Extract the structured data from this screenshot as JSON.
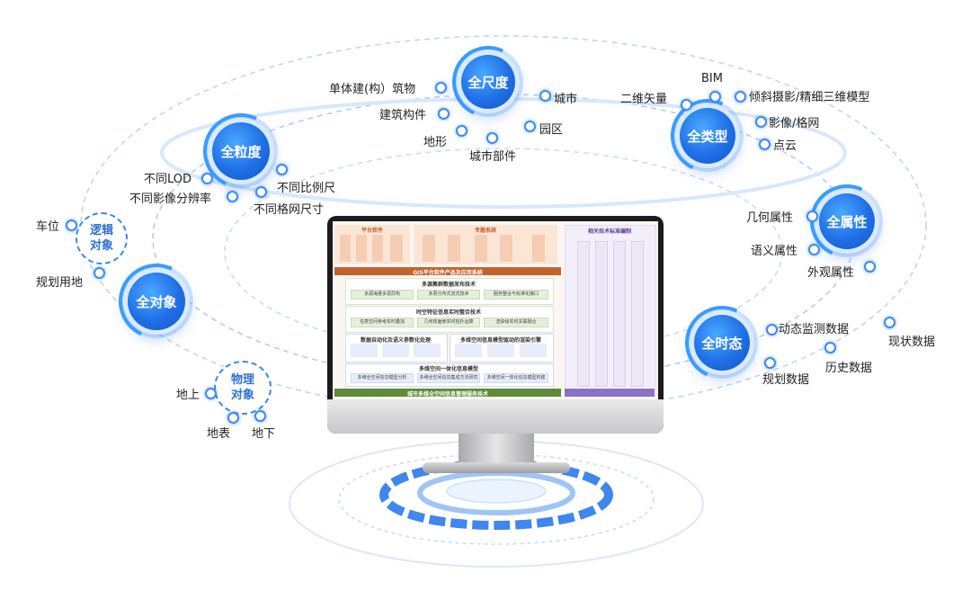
{
  "hubs": {
    "scale": "全尺度",
    "granularity": "全粒度",
    "type": "全类型",
    "attribute": "全属性",
    "object": "全对象",
    "time": "全时态",
    "logic_object": [
      "逻辑",
      "对象"
    ],
    "physical_object": [
      "物理",
      "对象"
    ]
  },
  "labels": {
    "scale": [
      "单体建(构）筑物",
      "建筑构件",
      "地形",
      "城市部件",
      "园区",
      "城市"
    ],
    "granularity": [
      "不同LOD",
      "不同影像分辨率",
      "不同比例尺",
      "不同格网尺寸"
    ],
    "type": [
      "二维矢量",
      "BIM",
      "倾斜摄影/精细三维模型",
      "影像/格网",
      "点云"
    ],
    "attribute": [
      "几何属性",
      "语义属性",
      "外观属性"
    ],
    "logic_object": [
      "车位",
      "规划用地"
    ],
    "physical_object": [
      "地上",
      "地表",
      "地下"
    ],
    "time": [
      "动态监测数据",
      "现状数据",
      "历史数据",
      "规划数据"
    ]
  },
  "screen": {
    "platform_software": "平台软件",
    "special_system": "专题系统",
    "related_standards": "相关技术标准编制",
    "gis_bar": "GIS平台软件产品及应用系统",
    "sec1_title": "多源集群数据发布技术",
    "sec1_tags": [
      "多源海量多源异构",
      "多层分布式流式技术",
      "服务整合与标准化接口"
    ],
    "sec2_title": "时空特征信息实时整合技术",
    "sec2_tags": [
      "任意空间参考实时叠加",
      "几何体面索实时拓扑运算",
      "渲染级实时关联融合"
    ],
    "sec3a_title": "数据自动化及语义参数化处理",
    "sec3b_title": "多维空间信息模型驱动的渲染引擎",
    "sec4_title": "多维空间一体化信息模型",
    "sec4_tags": [
      "多维全空间信息模型分析",
      "多维全空间信息集成方法研究",
      "多维空间一体化信息模型构建"
    ],
    "bottom_bar": "城市多维全空间信息管理服务技术"
  }
}
